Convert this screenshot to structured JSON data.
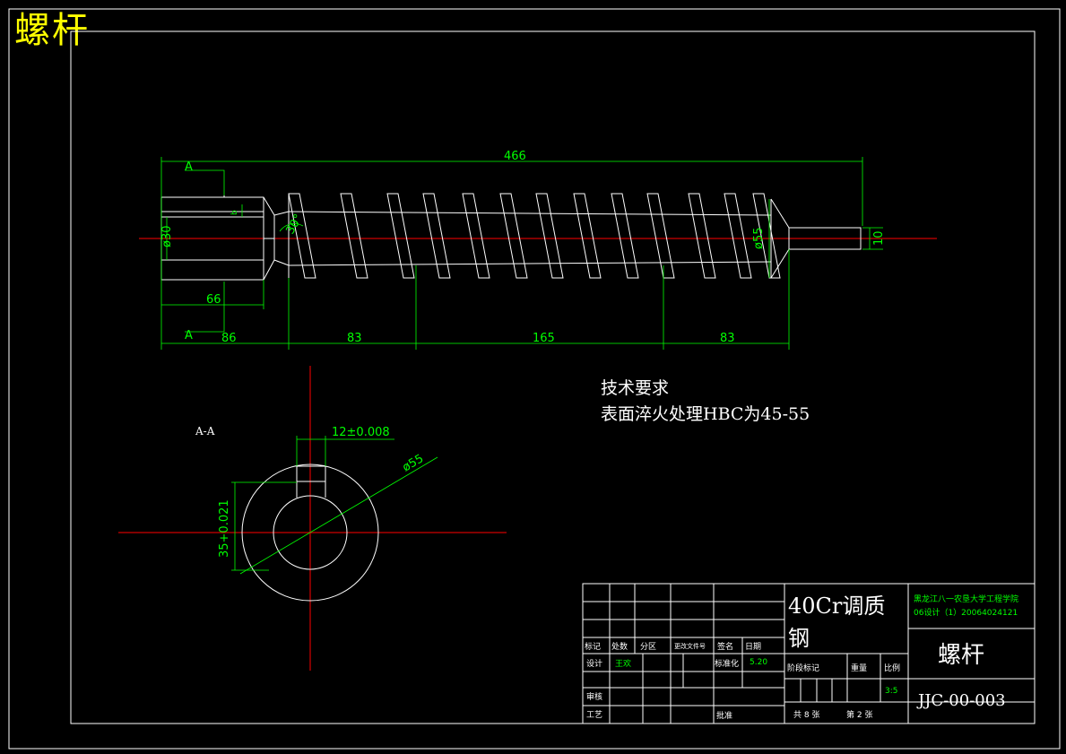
{
  "drawing": {
    "title": "螺杆",
    "dimensions": {
      "total_length": "466",
      "left_segment": "66",
      "seg_a": "86",
      "seg_b": "83",
      "seg_c": "165",
      "seg_d": "83",
      "dia_left": "ø30",
      "dia_main": "ø55",
      "dia_tip": "10",
      "angle": "30°",
      "small_b": "b"
    },
    "section": {
      "label": "A-A",
      "marker": "A",
      "keyway_width": "12±0.008",
      "outer_dia": "ø55",
      "key_depth": "35+0.021"
    },
    "tech_requirements": {
      "heading": "技术要求",
      "line1": "表面淬火处理HBC为45-55"
    },
    "title_block": {
      "material": "40Cr调质钢",
      "part_name": "螺杆",
      "drawing_no": "JJC-00-003",
      "school": "黑龙江八一农垦大学工程学院",
      "class_info": "06设计（1）20064024121",
      "labels": {
        "mark": "标记",
        "count": "处数",
        "zone": "分区",
        "doc_no": "更改文件号",
        "sign": "签名",
        "date": "日期",
        "design": "设计",
        "standard": "标准化",
        "stage_mark": "阶段标记",
        "weight": "重量",
        "scale": "比例",
        "review": "审核",
        "process": "工艺",
        "approve": "批准",
        "total_sheets": "共 8 张",
        "sheet_no": "第 2 张"
      },
      "designer": "王欢",
      "std_value": "5.20",
      "scale_value": "3:5"
    }
  }
}
